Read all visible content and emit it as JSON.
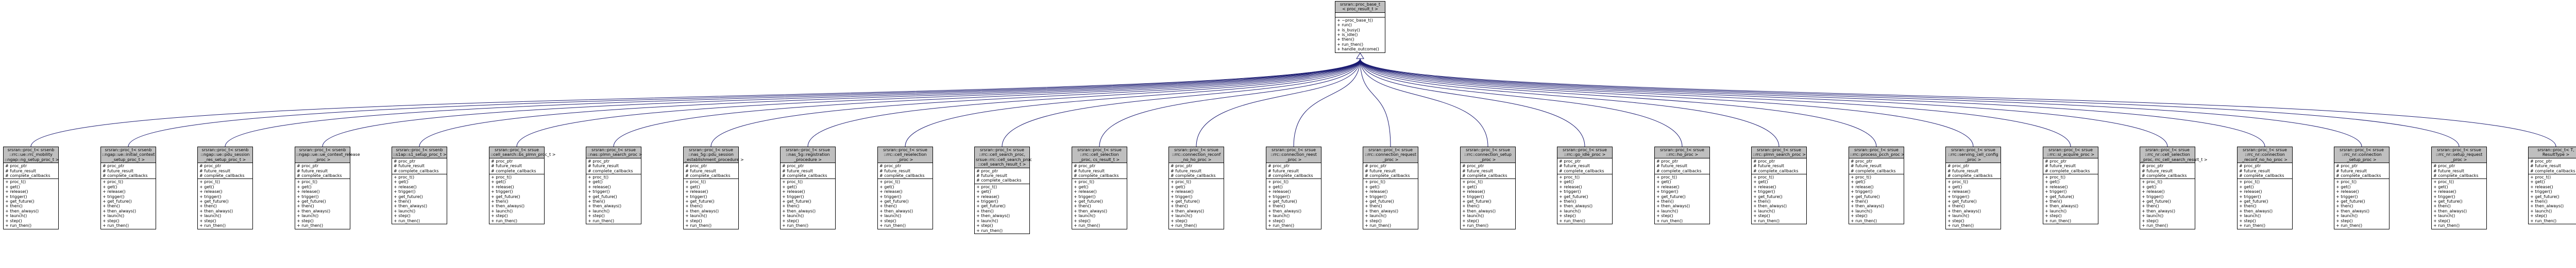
{
  "base": {
    "title": [
      "srsran::proc_base_t",
      "< proc_result_t >"
    ],
    "attributes": [],
    "methods": [
      "+ ~proc_base_t()",
      "+ run()",
      "+ is_busy()",
      "+ is_idle()",
      "+ then()",
      "+ run_then()",
      "+ handle_outcome()"
    ]
  },
  "classes": [
    {
      "title": [
        "srsran::proc_t< srsenb",
        "::rrc::ue::rrc_mobility",
        "::ngap::ng_setup_proc_t >"
      ],
      "attributes": [
        "# proc_ptr",
        "# future_result",
        "# complete_callbacks"
      ],
      "methods": [
        "+ proc_t()",
        "+ get()",
        "+ release()",
        "+ trigger()",
        "+ get_future()",
        "+ then()",
        "+ then_always()",
        "+ launch()",
        "+ step()",
        "+ run_then()"
      ]
    },
    {
      "title": [
        "srsran::proc_t< srsenb",
        "::ngap::ue::initial_context",
        "_setup_proc_t >"
      ],
      "attributes": [
        "# proc_ptr",
        "# future_result",
        "# complete_callbacks"
      ],
      "methods": [
        "+ proc_t()",
        "+ get()",
        "+ release()",
        "+ trigger()",
        "+ get_future()",
        "+ then()",
        "+ then_always()",
        "+ launch()",
        "+ step()",
        "+ run_then()"
      ]
    },
    {
      "title": [
        "srsran::proc_t< srsenb",
        "::ngap::ue::pdu_session",
        "_res_setup_proc_t >"
      ],
      "attributes": [
        "# proc_ptr",
        "# future_result",
        "# complete_callbacks"
      ],
      "methods": [
        "+ proc_t()",
        "+ get()",
        "+ release()",
        "+ trigger()",
        "+ get_future()",
        "+ then()",
        "+ then_always()",
        "+ launch()",
        "+ step()",
        "+ run_then()"
      ]
    },
    {
      "title": [
        "srsran::proc_t< srsenb",
        "::ngap::ue::ue_context_release",
        "_proc >"
      ],
      "attributes": [
        "# proc_ptr",
        "# future_result",
        "# complete_callbacks"
      ],
      "methods": [
        "+ proc_t()",
        "+ get()",
        "+ release()",
        "+ trigger()",
        "+ get_future()",
        "+ then()",
        "+ then_always()",
        "+ launch()",
        "+ step()",
        "+ run_then()"
      ]
    },
    {
      "title": [
        "srsran::proc_t< srsenb",
        "::s1ap::s1_setup_proc_t >"
      ],
      "attributes": [
        "# proc_ptr",
        "# future_result",
        "# complete_callbacks"
      ],
      "methods": [
        "+ proc_t()",
        "+ get()",
        "+ release()",
        "+ trigger()",
        "+ get_future()",
        "+ then()",
        "+ then_always()",
        "+ launch()",
        "+ step()",
        "+ run_then()"
      ]
    },
    {
      "title": [
        "srsran::proc_t< srsue",
        "::cell_search::bs_plmn_proc_t >"
      ],
      "attributes": [
        "# proc_ptr",
        "# future_result",
        "# complete_callbacks"
      ],
      "methods": [
        "+ proc_t()",
        "+ get()",
        "+ release()",
        "+ trigger()",
        "+ get_future()",
        "+ then()",
        "+ then_always()",
        "+ launch()",
        "+ step()",
        "+ run_then()"
      ]
    },
    {
      "title": [
        "srsran::proc_t< srsue",
        "::nas::plmn_search_proc >"
      ],
      "attributes": [
        "# proc_ptr",
        "# future_result",
        "# complete_callbacks"
      ],
      "methods": [
        "+ proc_t()",
        "+ get()",
        "+ release()",
        "+ trigger()",
        "+ get_future()",
        "+ then()",
        "+ then_always()",
        "+ launch()",
        "+ step()",
        "+ run_then()"
      ]
    },
    {
      "title": [
        "srsran::proc_t< srsue",
        "::nas_5g::pdu_session",
        "_establishment_procedure >"
      ],
      "attributes": [
        "# proc_ptr",
        "# future_result",
        "# complete_callbacks"
      ],
      "methods": [
        "+ proc_t()",
        "+ get()",
        "+ release()",
        "+ trigger()",
        "+ get_future()",
        "+ then()",
        "+ then_always()",
        "+ launch()",
        "+ step()",
        "+ run_then()"
      ]
    },
    {
      "title": [
        "srsran::proc_t< srsue",
        "::nas_5g::registration",
        "_procedure >"
      ],
      "attributes": [
        "# proc_ptr",
        "# future_result",
        "# complete_callbacks"
      ],
      "methods": [
        "+ proc_t()",
        "+ get()",
        "+ release()",
        "+ trigger()",
        "+ get_future()",
        "+ then()",
        "+ then_always()",
        "+ launch()",
        "+ step()",
        "+ run_then()"
      ]
    },
    {
      "title": [
        "srsran::proc_t< srsue",
        "::rrc::cell_reselection",
        "_proc >"
      ],
      "attributes": [
        "# proc_ptr",
        "# future_result",
        "# complete_callbacks"
      ],
      "methods": [
        "+ proc_t()",
        "+ get()",
        "+ release()",
        "+ trigger()",
        "+ get_future()",
        "+ then()",
        "+ then_always()",
        "+ launch()",
        "+ step()",
        "+ run_then()"
      ]
    },
    {
      "title": [
        "srsran::proc_t< srsue",
        "::rrc::cell_search_proc,",
        "srsue::rrc::cell_search_proc",
        "::cell_search_result_t >"
      ],
      "attributes": [
        "# proc_ptr",
        "# future_result",
        "# complete_callbacks"
      ],
      "methods": [
        "+ proc_t()",
        "+ get()",
        "+ release()",
        "+ trigger()",
        "+ get_future()",
        "+ then()",
        "+ then_always()",
        "+ launch()",
        "+ step()",
        "+ run_then()"
      ]
    },
    {
      "title": [
        "srsran::proc_t< srsue",
        "::rrc::cell_selection",
        "_proc, cs_result_t >"
      ],
      "attributes": [
        "# proc_ptr",
        "# future_result",
        "# complete_callbacks"
      ],
      "methods": [
        "+ proc_t()",
        "+ get()",
        "+ release()",
        "+ trigger()",
        "+ get_future()",
        "+ then()",
        "+ then_always()",
        "+ launch()",
        "+ step()",
        "+ run_then()"
      ]
    },
    {
      "title": [
        "srsran::proc_t< srsue",
        "::rrc::connection_reconf",
        "_no_ho_proc >"
      ],
      "attributes": [
        "# proc_ptr",
        "# future_result",
        "# complete_callbacks"
      ],
      "methods": [
        "+ proc_t()",
        "+ get()",
        "+ release()",
        "+ trigger()",
        "+ get_future()",
        "+ then()",
        "+ then_always()",
        "+ launch()",
        "+ step()",
        "+ run_then()"
      ]
    },
    {
      "title": [
        "srsran::proc_t< srsue",
        "::rrc::connection_reest",
        "_proc >"
      ],
      "attributes": [
        "# proc_ptr",
        "# future_result",
        "# complete_callbacks"
      ],
      "methods": [
        "+ proc_t()",
        "+ get()",
        "+ release()",
        "+ trigger()",
        "+ get_future()",
        "+ then()",
        "+ then_always()",
        "+ launch()",
        "+ step()",
        "+ run_then()"
      ]
    },
    {
      "title": [
        "srsran::proc_t< srsue",
        "::rrc::connection_request",
        "_proc >"
      ],
      "attributes": [
        "# proc_ptr",
        "# future_result",
        "# complete_callbacks"
      ],
      "methods": [
        "+ proc_t()",
        "+ get()",
        "+ release()",
        "+ trigger()",
        "+ get_future()",
        "+ then()",
        "+ then_always()",
        "+ launch()",
        "+ step()",
        "+ run_then()"
      ]
    },
    {
      "title": [
        "srsran::proc_t< srsue",
        "::rrc::connection_setup",
        "_proc >"
      ],
      "attributes": [
        "# proc_ptr",
        "# future_result",
        "# complete_callbacks"
      ],
      "methods": [
        "+ proc_t()",
        "+ get()",
        "+ release()",
        "+ trigger()",
        "+ get_future()",
        "+ then()",
        "+ then_always()",
        "+ launch()",
        "+ step()",
        "+ run_then()"
      ]
    },
    {
      "title": [
        "srsran::proc_t< srsue",
        "::rrc::go_idle_proc >"
      ],
      "attributes": [
        "# proc_ptr",
        "# future_result",
        "# complete_callbacks"
      ],
      "methods": [
        "+ proc_t()",
        "+ get()",
        "+ release()",
        "+ trigger()",
        "+ get_future()",
        "+ then()",
        "+ then_always()",
        "+ launch()",
        "+ step()",
        "+ run_then()"
      ]
    },
    {
      "title": [
        "srsran::proc_t< srsue",
        "::rrc::ho_proc >"
      ],
      "attributes": [
        "# proc_ptr",
        "# future_result",
        "# complete_callbacks"
      ],
      "methods": [
        "+ proc_t()",
        "+ get()",
        "+ release()",
        "+ trigger()",
        "+ get_future()",
        "+ then()",
        "+ then_always()",
        "+ launch()",
        "+ step()",
        "+ run_then()"
      ]
    },
    {
      "title": [
        "srsran::proc_t< srsue",
        "::rrc::plmn_search_proc >"
      ],
      "attributes": [
        "# proc_ptr",
        "# future_result",
        "# complete_callbacks"
      ],
      "methods": [
        "+ proc_t()",
        "+ get()",
        "+ release()",
        "+ trigger()",
        "+ get_future()",
        "+ then()",
        "+ then_always()",
        "+ launch()",
        "+ step()",
        "+ run_then()"
      ]
    },
    {
      "title": [
        "srsran::proc_t< srsue",
        "::rrc::process_pcch_proc >"
      ],
      "attributes": [
        "# proc_ptr",
        "# future_result",
        "# complete_callbacks"
      ],
      "methods": [
        "+ proc_t()",
        "+ get()",
        "+ release()",
        "+ trigger()",
        "+ get_future()",
        "+ then()",
        "+ then_always()",
        "+ launch()",
        "+ step()",
        "+ run_then()"
      ]
    },
    {
      "title": [
        "srsran::proc_t< srsue",
        "::rrc::serving_cell_config",
        "_proc >"
      ],
      "attributes": [
        "# proc_ptr",
        "# future_result",
        "# complete_callbacks"
      ],
      "methods": [
        "+ proc_t()",
        "+ get()",
        "+ release()",
        "+ trigger()",
        "+ get_future()",
        "+ then()",
        "+ then_always()",
        "+ launch()",
        "+ step()",
        "+ run_then()"
      ]
    },
    {
      "title": [
        "srsran::proc_t< srsue",
        "::rrc::si_acquire_proc >"
      ],
      "attributes": [
        "# proc_ptr",
        "# future_result",
        "# complete_callbacks"
      ],
      "methods": [
        "+ proc_t()",
        "+ get()",
        "+ release()",
        "+ trigger()",
        "+ get_future()",
        "+ then()",
        "+ then_always()",
        "+ launch()",
        "+ step()",
        "+ run_then()"
      ]
    },
    {
      "title": [
        "srsran::proc_t< srsue",
        "::rrc_nr::cell_selection",
        "_proc, rrc_cell_search_result_t >"
      ],
      "attributes": [
        "# proc_ptr",
        "# future_result",
        "# complete_callbacks"
      ],
      "methods": [
        "+ proc_t()",
        "+ get()",
        "+ release()",
        "+ trigger()",
        "+ get_future()",
        "+ then()",
        "+ then_always()",
        "+ launch()",
        "+ step()",
        "+ run_then()"
      ]
    },
    {
      "title": [
        "srsran::proc_t< srsue",
        "::rrc_nr::connection",
        "_reconf_no_ho_proc >"
      ],
      "attributes": [
        "# proc_ptr",
        "# future_result",
        "# complete_callbacks"
      ],
      "methods": [
        "+ proc_t()",
        "+ get()",
        "+ release()",
        "+ trigger()",
        "+ get_future()",
        "+ then()",
        "+ then_always()",
        "+ launch()",
        "+ step()",
        "+ run_then()"
      ]
    },
    {
      "title": [
        "srsran::proc_t< srsue",
        "::rrc_nr::connection",
        "_setup_proc >"
      ],
      "attributes": [
        "# proc_ptr",
        "# future_result",
        "# complete_callbacks"
      ],
      "methods": [
        "+ proc_t()",
        "+ get()",
        "+ release()",
        "+ trigger()",
        "+ get_future()",
        "+ then()",
        "+ then_always()",
        "+ launch()",
        "+ step()",
        "+ run_then()"
      ]
    },
    {
      "title": [
        "srsran::proc_t< srsue",
        "::rrc_nr::setup_request",
        "_proc >"
      ],
      "attributes": [
        "# proc_ptr",
        "# future_result",
        "# complete_callbacks"
      ],
      "methods": [
        "+ proc_t()",
        "+ get()",
        "+ release()",
        "+ trigger()",
        "+ get_future()",
        "+ then()",
        "+ then_always()",
        "+ launch()",
        "+ step()",
        "+ run_then()"
      ]
    },
    {
      "title": [
        "srsran::proc_t< T,",
        "ResultType >"
      ],
      "attributes": [
        "# proc_ptr",
        "# future_result",
        "# complete_callbacks"
      ],
      "methods": [
        "+ proc_t()",
        "+ get()",
        "+ release()",
        "+ trigger()",
        "+ get_future()",
        "+ then()",
        "+ then_always()",
        "+ launch()",
        "+ step()",
        "+ run_then()"
      ]
    }
  ],
  "colors": {
    "edge": "#191970",
    "header": "#bfbfbf",
    "border": "#000000"
  }
}
